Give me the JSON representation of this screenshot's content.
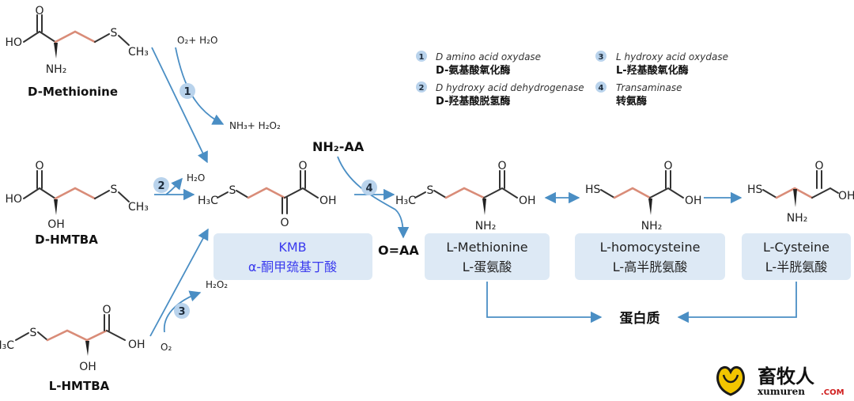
{
  "compounds": {
    "d_methionine": "D-Methionine",
    "d_hmtba": "D-HMTBA",
    "l_hmtba": "L-HMTBA"
  },
  "atoms": {
    "o": "O",
    "ho": "HO",
    "oh": "OH",
    "s": "S",
    "hs": "HS",
    "nh2": "NH₂",
    "ch3": "CH₃",
    "h3c": "H₃C"
  },
  "conditions": {
    "step1_in": "O₂+ H₂O",
    "step1_out": "NH₃+ H₂O₂",
    "step2_out": "H₂O",
    "step3_out": "H₂O₂",
    "step3_in": "O₂"
  },
  "steps": [
    "1",
    "2",
    "3",
    "4"
  ],
  "legend": [
    {
      "num": "1",
      "en": "D amino acid oxydase",
      "cn": "D-氨基酸氧化酶"
    },
    {
      "num": "2",
      "en": "D hydroxy acid dehydrogenase",
      "cn": "D-羟基酸脱氢酶"
    },
    {
      "num": "3",
      "en": "L hydroxy acid oxydase",
      "cn": "L-羟基酸氧化酶"
    },
    {
      "num": "4",
      "en": "Transaminase",
      "cn": "转氨酶"
    }
  ],
  "transamination": {
    "donor": "NH₂-AA",
    "product": "O=AA"
  },
  "boxes": {
    "kmb": {
      "line1": "KMB",
      "line2": "α-酮甲巯基丁酸"
    },
    "l_methionine": {
      "line1": "L-Methionine",
      "line2": "L-蛋氨酸"
    },
    "l_homocysteine": {
      "line1": "L-homocysteine",
      "line2": "L-高半胱氨酸"
    },
    "l_cysteine": {
      "line1": "L-Cysteine",
      "line2": "L-半胱氨酸"
    }
  },
  "protein": "蛋白质",
  "logo": {
    "cn": "畜牧人",
    "en": "xumuren",
    "com": ".COM"
  },
  "colors": {
    "arrow": "#4a8ec4",
    "box": "#dde9f5",
    "carbon_chain": "#d98c78",
    "kmb_text": "#3a3aee",
    "badge": "#b9d3ec"
  }
}
